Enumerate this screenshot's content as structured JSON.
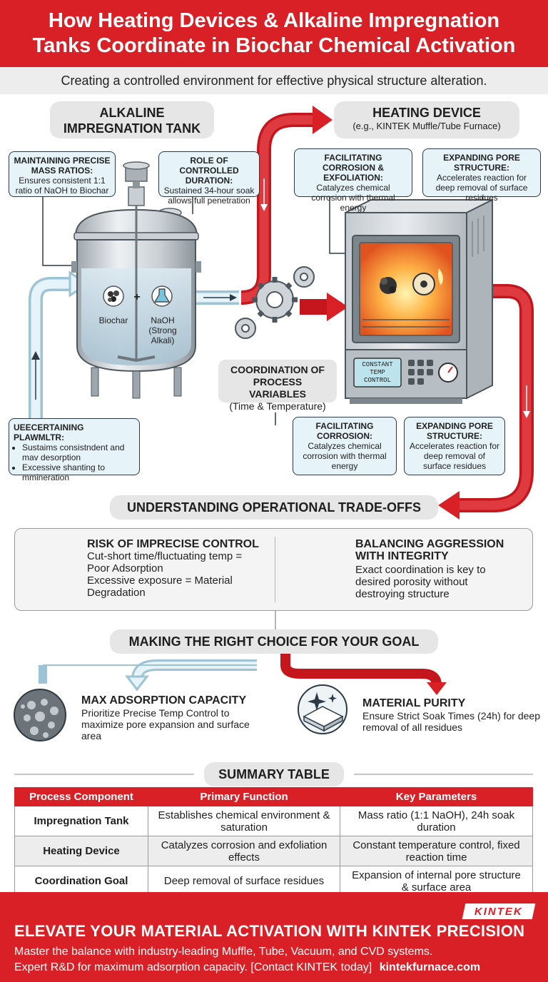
{
  "header": {
    "title_line1": "How Heating Devices & Alkaline Impregnation",
    "title_line2": "Tanks Coordinate in Biochar Chemical Activation",
    "subtitle": "Creating a controlled environment for effective physical structure alteration."
  },
  "tank": {
    "title": "ALKALINE IMPREGNATION TANK",
    "biochar_label": "Biochar",
    "naoh_label": "NaOH (Strong Alkali)",
    "callout_ratio": {
      "title": "MAINTAINING PRECISE MASS RATIOS:",
      "text": "Ensures consistent 1:1 ratio of NaOH to Biochar"
    },
    "callout_duration": {
      "title": "ROLE OF CONTROLLED DURATION:",
      "text": "Sustained 34-hour soak allows full penetration"
    },
    "callout_bottom": {
      "title": "UEECERTAINING PLAWMLTR:",
      "items": [
        "Sustaims consistndent and mav desorption",
        "Excessive shanting to mmineration"
      ]
    }
  },
  "furnace": {
    "title": "HEATING DEVICE",
    "subtitle": "(e.g., KINTEK Muffle/Tube Furnace)",
    "display_text": "CONSTANT TEMP CONTROL",
    "callout_top_left": {
      "title": "FACILITATING CORROSION & EXFOLIATION:",
      "text": "Catalyzes chemical corrosion with thermal energy"
    },
    "callout_top_right": {
      "title": "EXPANDING PORE STRUCTURE:",
      "text": "Accelerates reaction for deep removal of surface residues"
    },
    "callout_bottom_left": {
      "title": "FACILITATING CORROSION:",
      "text": "Catalyzes chemical corrosion with thermal energy"
    },
    "callout_bottom_right": {
      "title": "EXPANDING PORE STRUCTURE:",
      "text": "Accelerates reaction for deep removal of surface residues"
    }
  },
  "coordination": {
    "title": "COORDINATION OF PROCESS VARIABLES",
    "subtitle": "(Time & Temperature)"
  },
  "tradeoffs": {
    "heading": "UNDERSTANDING OPERATIONAL TRADE-OFFS",
    "left": {
      "title": "RISK OF IMPRECISE CONTROL",
      "line1": "Cut-short time/fluctuating temp = Poor Adsorption",
      "line2": "Excessive exposure = Material Degradation"
    },
    "right": {
      "title": "BALANCING AGGRESSION WITH INTEGRITY",
      "text": "Exact coordination is key to desired porosity without destroying structure"
    }
  },
  "choice": {
    "heading": "MAKING THE RIGHT CHOICE FOR YOUR GOAL",
    "left": {
      "title": "MAX ADSORPTION CAPACITY",
      "text": "Prioritize Precise Temp Control to maximize pore expansion and surface area"
    },
    "right": {
      "title": "MATERIAL PURITY",
      "text": "Ensure Strict Soak Times (24h) for deep removal of all residues"
    }
  },
  "summary": {
    "heading": "SUMMARY TABLE",
    "columns": [
      "Process Component",
      "Primary Function",
      "Key Parameters"
    ],
    "rows": [
      [
        "Impregnation Tank",
        "Establishes chemical environment & saturation",
        "Mass ratio (1:1 NaOH), 24h soak duration"
      ],
      [
        "Heating Device",
        "Catalyzes corrosion and exfoliation effects",
        "Constant temperature control, fixed reaction time"
      ],
      [
        "Coordination Goal",
        "Deep removal of surface residues",
        "Expansion of internal pore structure & surface area"
      ]
    ]
  },
  "footer": {
    "brand": "KINTEK",
    "title": "ELEVATE YOUR MATERIAL ACTIVATION WITH KINTEK PRECISION",
    "line1": "Master the balance with industry-leading Muffle, Tube, Vacuum, and CVD systems.",
    "line2_text": "Expert R&D for maximum adsorption capacity.",
    "cta": "[Contact KINTEK today]",
    "url": "kintekfurnace.com"
  },
  "colors": {
    "brand_red": "#d92027",
    "light_blue": "#e6f3f8",
    "pill_gray": "#e6e6e6"
  }
}
